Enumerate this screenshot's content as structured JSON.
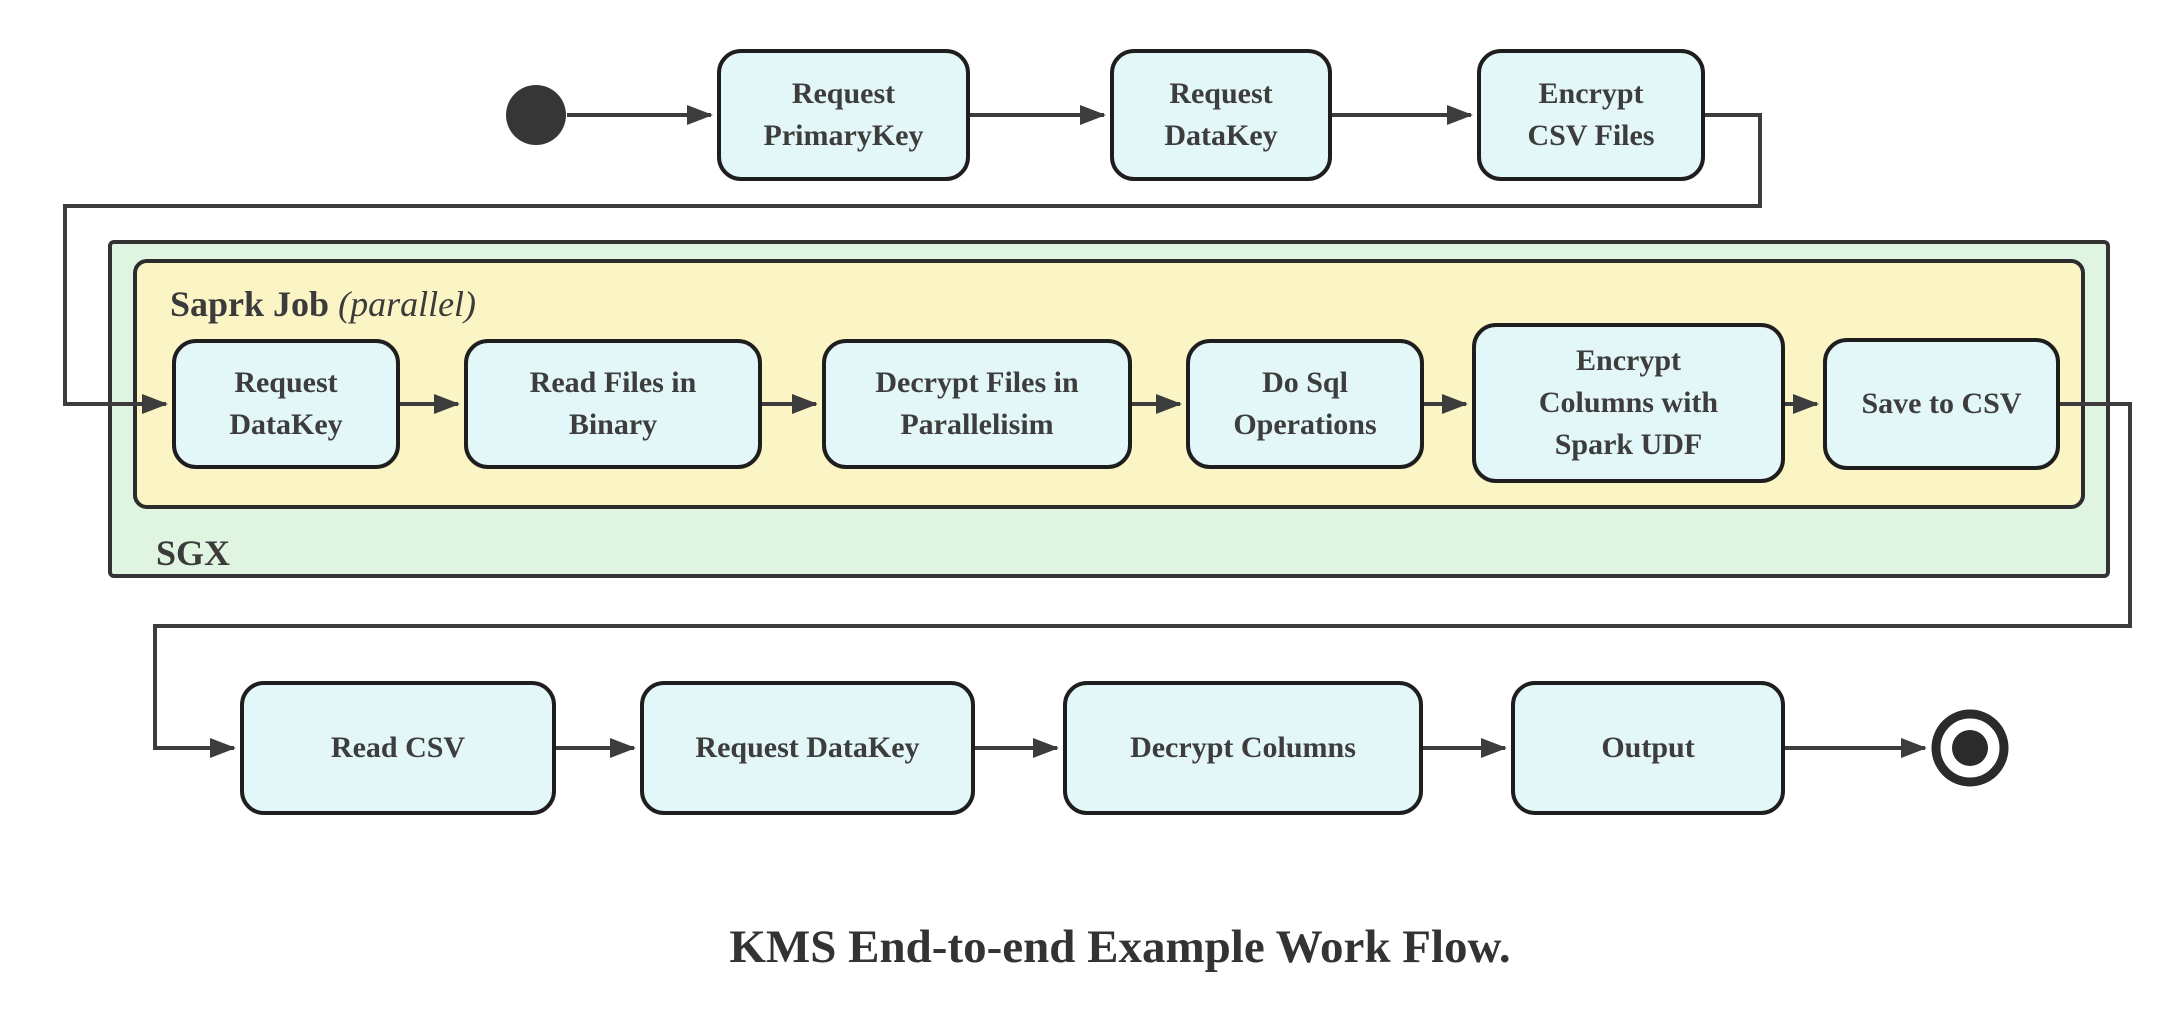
{
  "diagram": {
    "caption": "KMS End-to-end Example Work Flow.",
    "colors": {
      "node_fill": "#e3f6f8",
      "node_border": "#1e1e1e",
      "sgx_container_fill": "#dff5e2",
      "spark_container_fill": "#fbf5c5",
      "connector": "#3c3c3c",
      "text": "#3d3d3d"
    },
    "top_flow": {
      "start_icon": "filled-circle-start-state",
      "nodes": [
        {
          "label": "Request\nPrimaryKey"
        },
        {
          "label": "Request\nDataKey"
        },
        {
          "label": "Encrypt\nCSV Files"
        }
      ]
    },
    "sgx_container": {
      "label": "SGX",
      "spark_job_container": {
        "title": "Saprk Job",
        "title_note": "(parallel)",
        "nodes": [
          {
            "label": "Request\nDataKey"
          },
          {
            "label": "Read Files in\nBinary"
          },
          {
            "label": "Decrypt Files in\nParallelisim"
          },
          {
            "label": "Do Sql\nOperations"
          },
          {
            "label": "Encrypt\nColumns with\nSpark UDF"
          },
          {
            "label": "Save to CSV"
          }
        ]
      }
    },
    "bottom_flow": {
      "nodes": [
        {
          "label": "Read CSV"
        },
        {
          "label": "Request DataKey"
        },
        {
          "label": "Decrypt Columns"
        },
        {
          "label": "Output"
        }
      ],
      "end_icon": "ringed-circle-end-state"
    }
  }
}
